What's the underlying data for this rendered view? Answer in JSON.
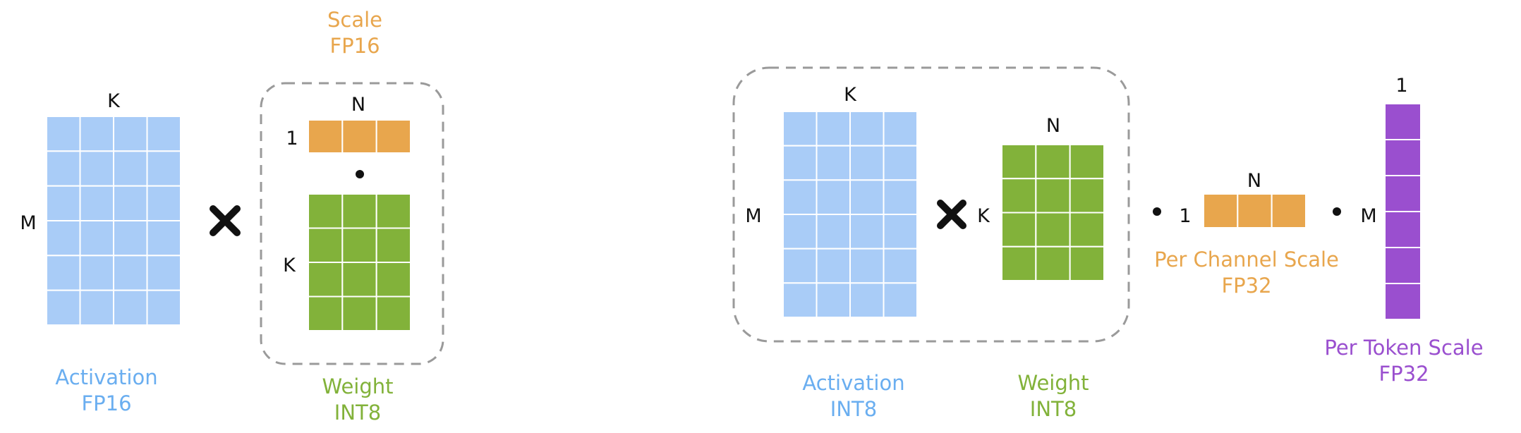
{
  "colors": {
    "activation": "#a9ccf7",
    "weight": "#82b23a",
    "scale": "#e8a64d",
    "token_scale": "#9a4fcf",
    "activation_text": "#6aaef0",
    "weight_text": "#82b23a",
    "scale_text": "#e8a64d",
    "token_text": "#9a4fcf"
  },
  "left": {
    "activation": {
      "rows": 6,
      "cols": 4,
      "top_label": "K",
      "side_label": "M",
      "caption_line1": "Activation",
      "caption_line2": "FP16"
    },
    "multiply_icon": "cross-multiply-icon",
    "scale": {
      "rows": 1,
      "cols": 3,
      "top_label": "N",
      "side_label": "1",
      "caption_line1": "Scale",
      "caption_line2": "FP16"
    },
    "dot_icon": "dot-operator-icon",
    "weight": {
      "rows": 4,
      "cols": 3,
      "side_label": "K",
      "caption_line1": "Weight",
      "caption_line2": "INT8"
    }
  },
  "right": {
    "activation": {
      "rows": 6,
      "cols": 4,
      "top_label": "K",
      "side_label": "M",
      "caption_line1": "Activation",
      "caption_line2": "INT8"
    },
    "multiply_icon": "cross-multiply-icon",
    "weight": {
      "rows": 4,
      "cols": 3,
      "top_label": "N",
      "side_label": "K",
      "caption_line1": "Weight",
      "caption_line2": "INT8"
    },
    "dot_icon": "dot-operator-icon",
    "channel_scale": {
      "rows": 1,
      "cols": 3,
      "top_label": "N",
      "side_label": "1",
      "caption_line1": "Per Channel Scale",
      "caption_line2": "FP32"
    },
    "token_scale": {
      "rows": 6,
      "cols": 1,
      "top_label": "1",
      "side_label": "M",
      "caption_line1": "Per Token Scale",
      "caption_line2": "FP32"
    }
  }
}
